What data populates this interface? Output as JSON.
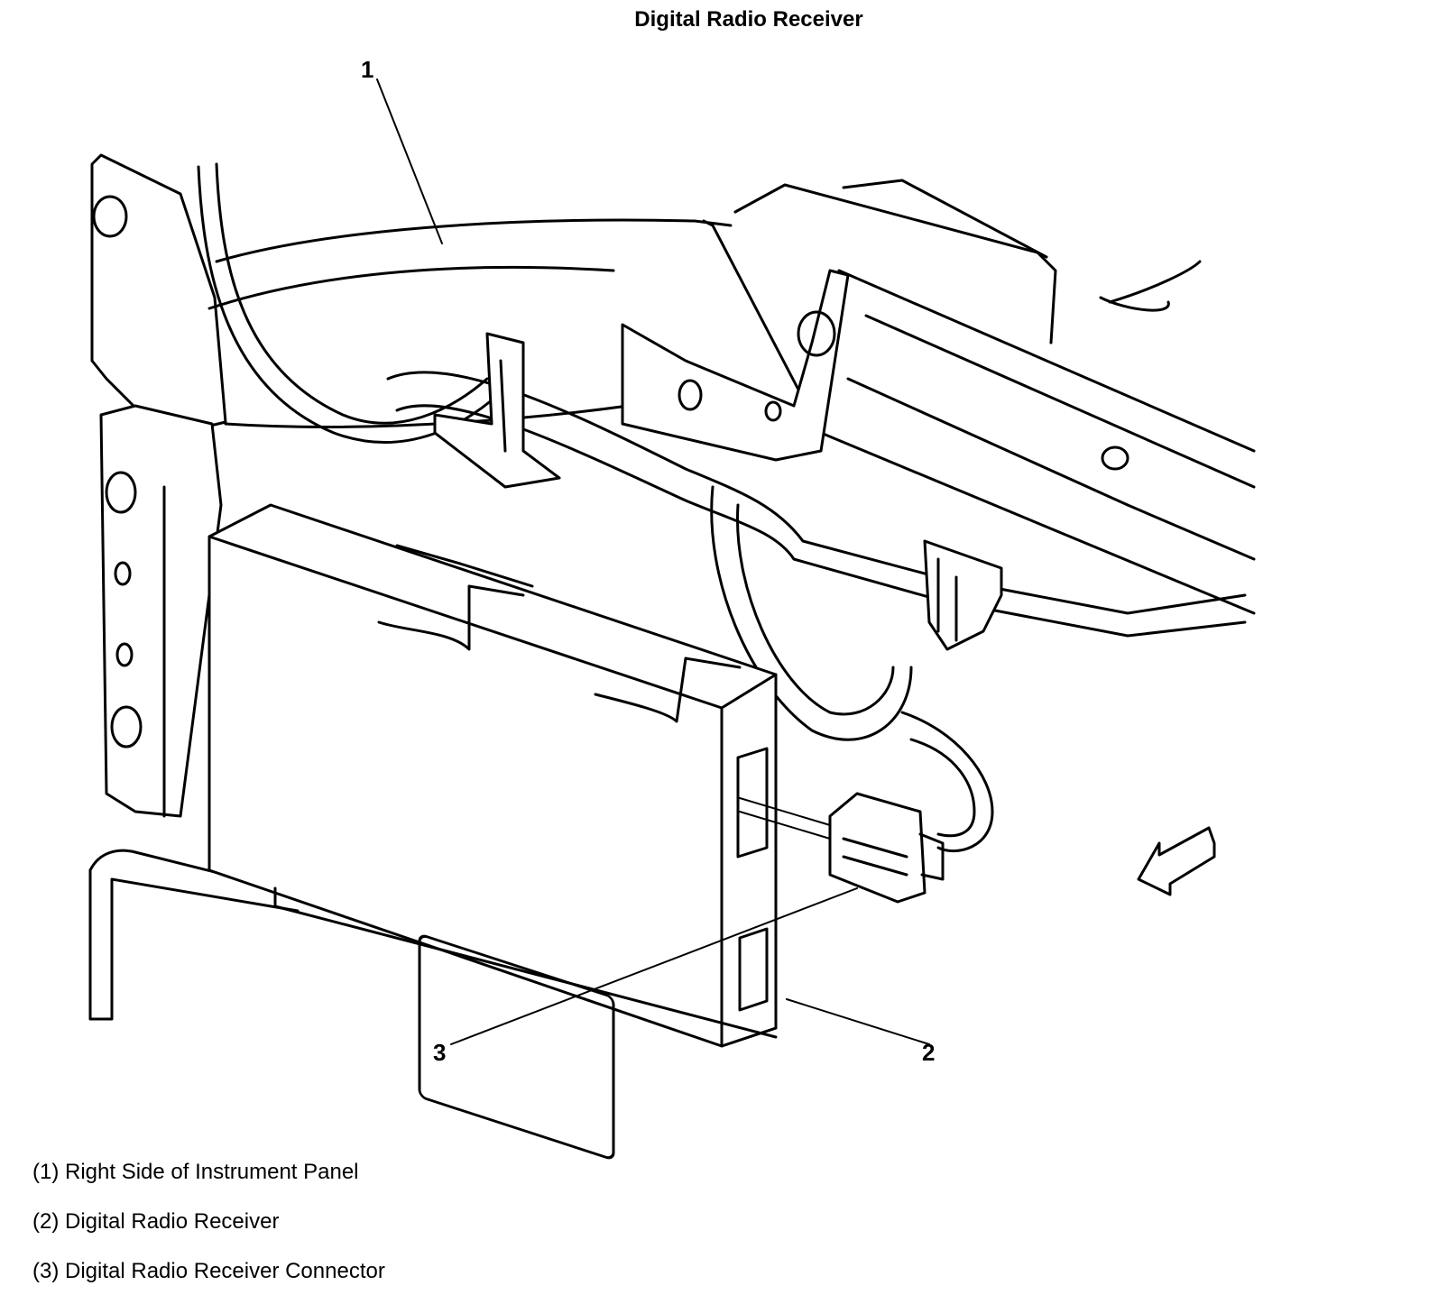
{
  "title": "Digital Radio Receiver",
  "callouts": [
    {
      "number": "1",
      "target": "Right Side of Instrument Panel"
    },
    {
      "number": "2",
      "target": "Digital Radio Receiver"
    },
    {
      "number": "3",
      "target": "Digital Radio Receiver Connector"
    }
  ],
  "legend": [
    {
      "label": "(1) Right Side of Instrument Panel"
    },
    {
      "label": "(2) Digital Radio Receiver"
    },
    {
      "label": "(3) Digital Radio Receiver Connector"
    }
  ],
  "icons": {
    "direction_arrow": "arrow-front-icon"
  }
}
